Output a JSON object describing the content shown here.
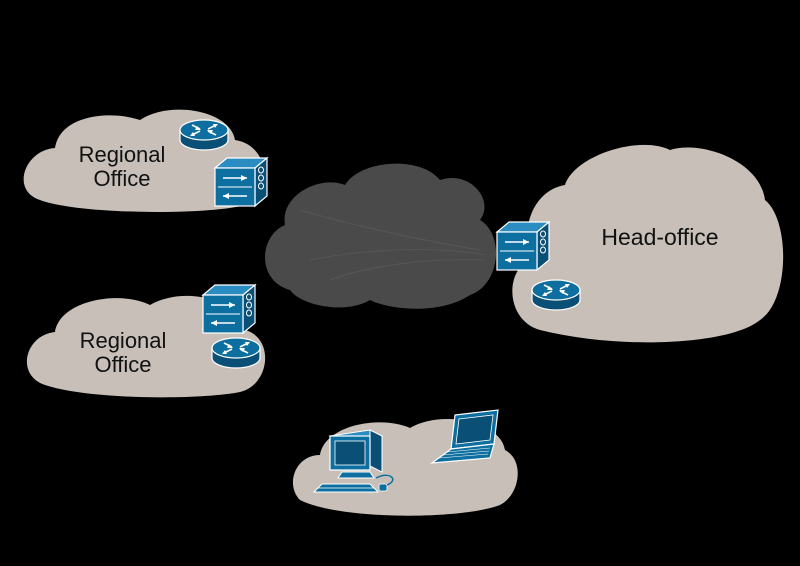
{
  "diagram": {
    "regional_office_top": {
      "line1": "Regional",
      "line2": "Office"
    },
    "regional_office_bottom": {
      "line1": "Regional",
      "line2": "Office"
    },
    "head_office": {
      "label": "Head-office"
    }
  },
  "colors": {
    "background": "#000000",
    "office_cloud": "#c8c0b8",
    "internet_cloud": "#4a4a4a",
    "device_blue": "#0c6fa0",
    "device_dark": "#0a4f75"
  },
  "icons": [
    "router-icon",
    "firewall-icon",
    "desktop-computer-icon",
    "laptop-icon"
  ]
}
